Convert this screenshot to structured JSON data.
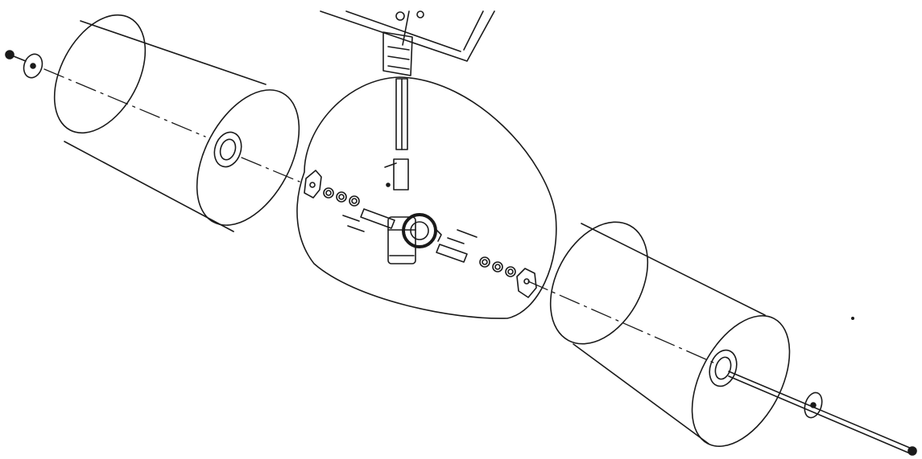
{
  "diagram": {
    "kind": "exploded-view-line-drawing",
    "line_color": "#1a1a1a",
    "background": "#ffffff",
    "parts": [
      {
        "name": "left-end-pin"
      },
      {
        "name": "left-washer"
      },
      {
        "name": "left-roller"
      },
      {
        "name": "central-gearbox-assembly"
      },
      {
        "name": "upper-drive-shaft"
      },
      {
        "name": "upper-frame-bracket"
      },
      {
        "name": "right-roller"
      },
      {
        "name": "right-washer"
      },
      {
        "name": "right-axle-rod"
      }
    ]
  }
}
